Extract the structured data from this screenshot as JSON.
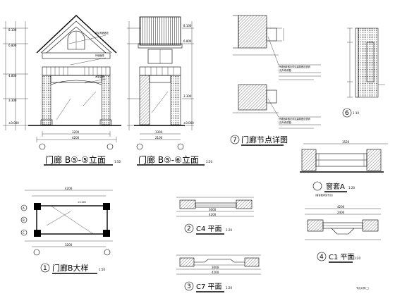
{
  "drawings": {
    "elev_front": {
      "title": "门廊 B⑤-⑤立面",
      "scale": "1:50",
      "dims": [
        "3200",
        "4200"
      ],
      "levels": [
        "8.100",
        "6.800",
        "4.800",
        "3.300",
        "±0.000"
      ],
      "notes": [
        "详见构造做法",
        "外墙面砖",
        "木制装饰",
        "玻璃"
      ]
    },
    "elev_side": {
      "title": "门廊 B⑤-⑥立面",
      "scale": "1:50",
      "dims": [
        "1300",
        "2100"
      ],
      "levels": [
        "8.100",
        "6.800",
        "3.300",
        "±0.000"
      ]
    },
    "node_detail": {
      "title": "门廊节点详图",
      "number": "7",
      "notes": [
        "外墙面砖做法详见建筑做法说明",
        "(见外墙详图)",
        "外墙面砖做法详见建筑做法说明",
        "(见外墙详图)"
      ]
    },
    "window_a": {
      "title": "窗套A",
      "scale": "1:20",
      "dims": [
        "1520"
      ],
      "note": "(窗台板详见节点)"
    },
    "detail_6": {
      "number": "6",
      "scale": "1:10"
    },
    "plan_b": {
      "title": "门廊B大样",
      "number": "1",
      "scale": "1:50",
      "dims": [
        "4200",
        "3200"
      ],
      "axes": [
        "A",
        "B",
        "C"
      ],
      "note": "±0.000"
    },
    "plan_c4": {
      "title": "C4 平面",
      "number": "2",
      "scale": "1:20",
      "dims": [
        "3000",
        "4200"
      ]
    },
    "plan_c7": {
      "title": "C7 平面",
      "number": "3",
      "scale": "1:20",
      "dims": [
        "3000",
        "4200"
      ]
    },
    "plan_c1": {
      "title": "C1 平面",
      "number": "4",
      "scale": "1:20",
      "dims": [
        "4200",
        "2400"
      ]
    }
  },
  "sheet_stamp": "节点大样(二)"
}
